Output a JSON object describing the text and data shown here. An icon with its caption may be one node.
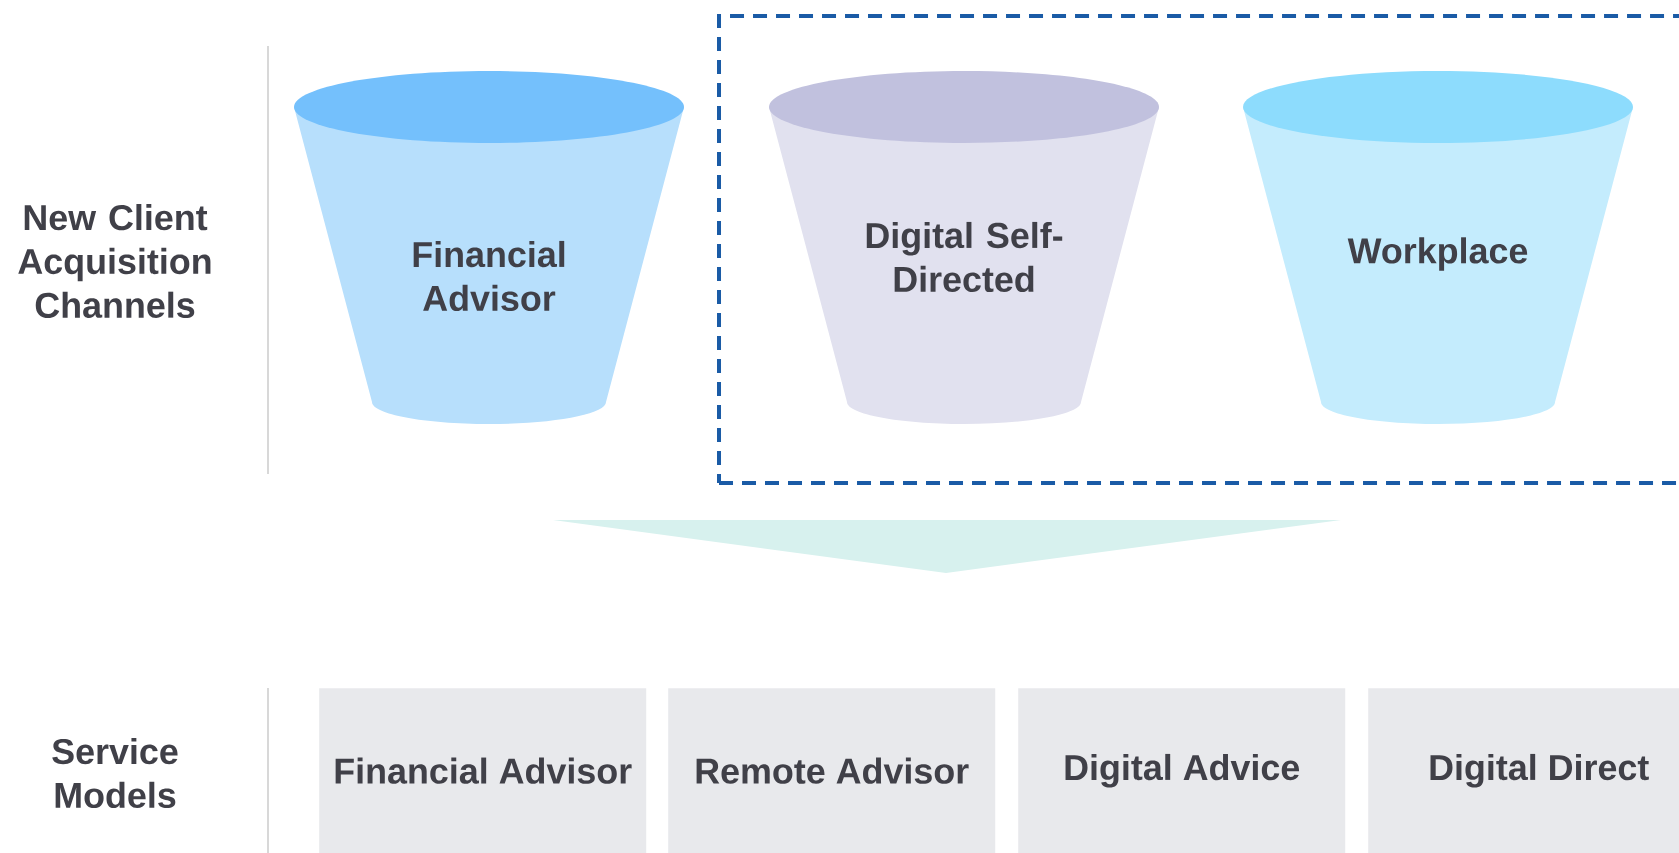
{
  "diagram": {
    "nodes": [
      {
        "text": [
          "Financial Advisor"
        ]
      },
      {
        "text": [],
        "shape": "box"
      },
      {
        "text": [
          "Digital Self-Directed"
        ],
        "in": 1
      },
      {
        "text": [
          "Workplace"
        ],
        "in": 1
      },
      {
        "text": [
          "Financial Advisor"
        ]
      },
      {
        "text": [
          "Remote Advisor"
        ]
      },
      {
        "text": [
          "Digital Advice"
        ]
      },
      {
        "text": [
          "Digital Direct"
        ]
      }
    ],
    "labels": [
      "New Client Acquisition Channels",
      "Service Models"
    ]
  }
}
